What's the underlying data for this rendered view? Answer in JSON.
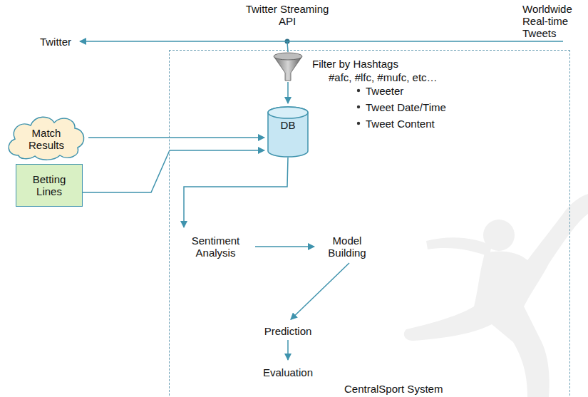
{
  "diagram": {
    "nodes": [
      {
        "text": [
          "CentralSport System"
        ]
      },
      {
        "text": [
          "Twitter Streaming API"
        ]
      },
      {
        "text": [
          "Twitter"
        ]
      },
      {
        "text": [
          "Worldwide Real-time Tweets"
        ]
      },
      {
        "text": [
          "Filter by Hashtags",
          "#afc, #lfc, #mufc, etc…",
          "Tweeter",
          "Tweet Date/Time",
          "Tweet Content"
        ],
        "in": 0
      },
      {
        "text": [
          "DB"
        ],
        "in": 0
      },
      {
        "text": [
          "Match Results"
        ]
      },
      {
        "text": [
          "Betting Lines"
        ]
      },
      {
        "text": [
          "Sentiment Analysis"
        ],
        "in": 0
      },
      {
        "text": [
          "Model Building"
        ],
        "in": 0
      },
      {
        "text": [
          "Prediction"
        ],
        "in": 0
      },
      {
        "text": [
          "Evaluation"
        ],
        "in": 0
      }
    ],
    "edges": [
      {
        "from": 3,
        "to": 2,
        "arrow": "to"
      },
      {
        "from": 1,
        "to": 4,
        "arrow": "none"
      },
      {
        "from": 4,
        "to": 5,
        "arrow": "to"
      },
      {
        "from": 6,
        "to": 5,
        "arrow": "to"
      },
      {
        "from": 7,
        "to": 5,
        "arrow": "to"
      },
      {
        "from": 5,
        "to": 8,
        "arrow": "to"
      },
      {
        "from": 8,
        "to": 9,
        "arrow": "to"
      },
      {
        "from": 9,
        "to": 10,
        "arrow": "to"
      },
      {
        "from": 10,
        "to": 11,
        "arrow": "to"
      }
    ]
  }
}
